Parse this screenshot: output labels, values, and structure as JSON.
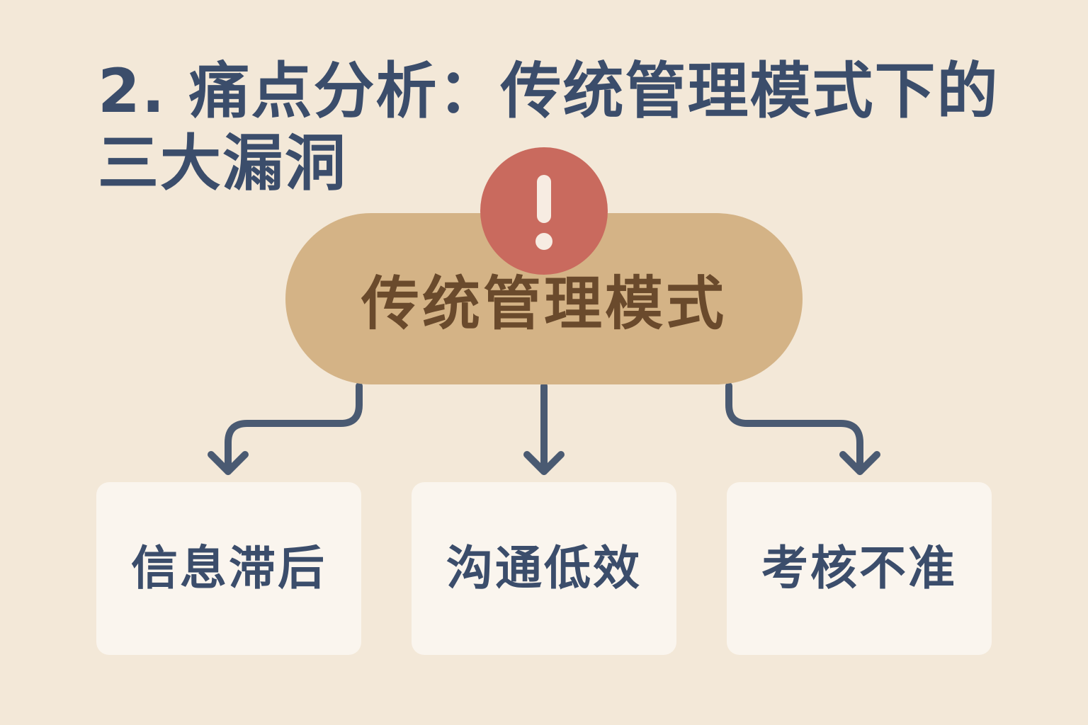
{
  "title": "2. 痛点分析：传统管理模式下的三大漏洞",
  "central_node": {
    "label": "传统管理模式",
    "icon": "alert-exclamation-icon"
  },
  "issues": [
    {
      "label": "信息滞后"
    },
    {
      "label": "沟通低效"
    },
    {
      "label": "考核不准"
    }
  ],
  "colors": {
    "background": "#f3e8d8",
    "title_text": "#3b4d6b",
    "pill_fill": "#d4b386",
    "pill_text": "#6a4a2c",
    "alert_fill": "#c96a5e",
    "box_fill": "#faf5ee",
    "arrow": "#4a5a72"
  }
}
